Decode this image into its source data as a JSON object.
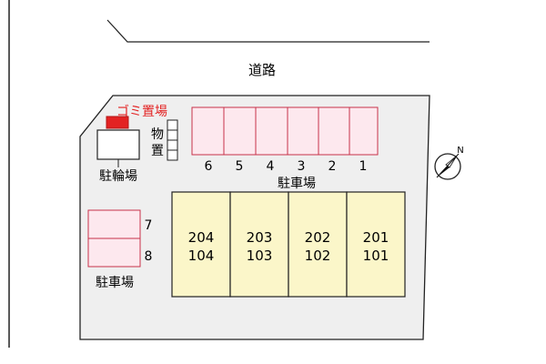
{
  "road_label": "道路",
  "garbage_label": "ゴミ置場",
  "storage_label": [
    "物",
    "置"
  ],
  "bicycle_parking_label": "駐輪場",
  "parking_top": {
    "label": "駐車場",
    "spaces": [
      "6",
      "5",
      "4",
      "3",
      "2",
      "1"
    ]
  },
  "parking_left": {
    "label": "駐車場",
    "spaces": [
      "7",
      "8"
    ]
  },
  "building_units": [
    {
      "upper": "204",
      "lower": "104"
    },
    {
      "upper": "203",
      "lower": "103"
    },
    {
      "upper": "202",
      "lower": "102"
    },
    {
      "upper": "201",
      "lower": "101"
    }
  ],
  "compass_label": "N",
  "colors": {
    "lot": "#efefef",
    "parking_fill": "#fde8ee",
    "parking_stroke": "#c8324a",
    "building_fill": "#fbf6c9",
    "garbage_fill": "#e32222",
    "garbage_text": "#e32222"
  }
}
